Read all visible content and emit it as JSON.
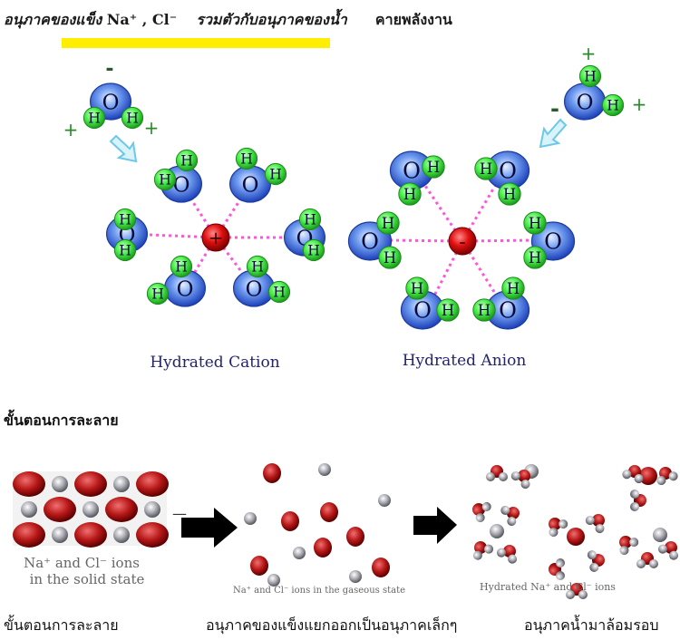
{
  "title": {
    "part1": "อนุภาคของแข็ง",
    "ions": "Na⁺ ,  Cl⁻",
    "part2": "รวมตัวกับอนุภาคของน้ำ",
    "part3": "คายพลังงาน"
  },
  "colors": {
    "underline": "#ffee00",
    "oxygen": "#3a6fd8",
    "hydrogen": "#3ee63e",
    "ion": "#d01818",
    "bond": "#ff55dd",
    "arrow": "#7fd6f0",
    "charge": "#2a8a2a"
  },
  "top_diagram": {
    "cation_caption": "Hydrated Cation",
    "anion_caption": "Hydrated Anion",
    "cation_center_symbol": "+",
    "anion_center_symbol": "-",
    "oxygen_label": "O",
    "hydrogen_label": "H",
    "minus_sign": "-",
    "plus_sign": "+"
  },
  "section_heading": "ขั้นตอนการละลาย",
  "bottom_diagram": {
    "solid_caption_line1": "Na⁺ and Cl⁻ ions",
    "solid_caption_line2": "in the solid state",
    "gas_caption": "Na⁺ and Cl⁻ ions in the gaseous state",
    "hydrated_caption": "Hydrated Na⁺ and Cl⁻ ions",
    "dash": "—"
  },
  "bottom_captions": {
    "step1": "ขั้นตอนการละลาย",
    "step2": "อนุภาคของแข็งแยกออกเป็นอนุภาคเล็กๆ",
    "step3": "อนุภาคน้ำมาล้อมรอบ"
  }
}
